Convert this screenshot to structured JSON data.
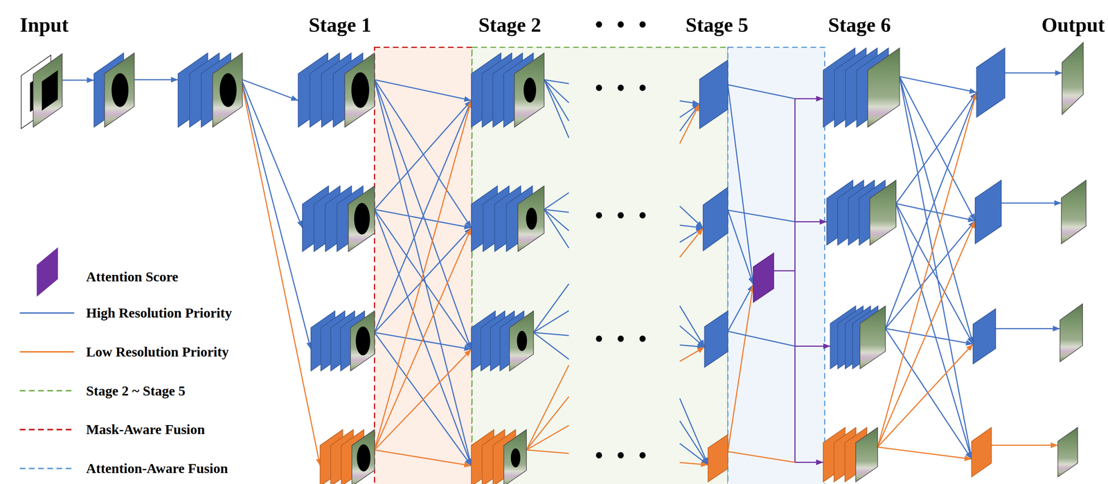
{
  "diagram": {
    "labels": [
      "Input",
      "Stage 1",
      "Stage 2",
      "• • •",
      "Stage 5",
      "Stage 6",
      "Output",
      "• • •",
      "• • •",
      "• • •",
      "• • •"
    ],
    "legend": [
      {
        "text": "Attention Score",
        "color": "#7030a0"
      },
      {
        "text": "High Resolution Priority"
      },
      {
        "text": "Low Resolution Priority"
      },
      {
        "text": "Stage 2 ~ Stage 5"
      },
      {
        "text": "Mask-Aware Fusion"
      },
      {
        "text": "Attention-Aware Fusion"
      }
    ]
  }
}
